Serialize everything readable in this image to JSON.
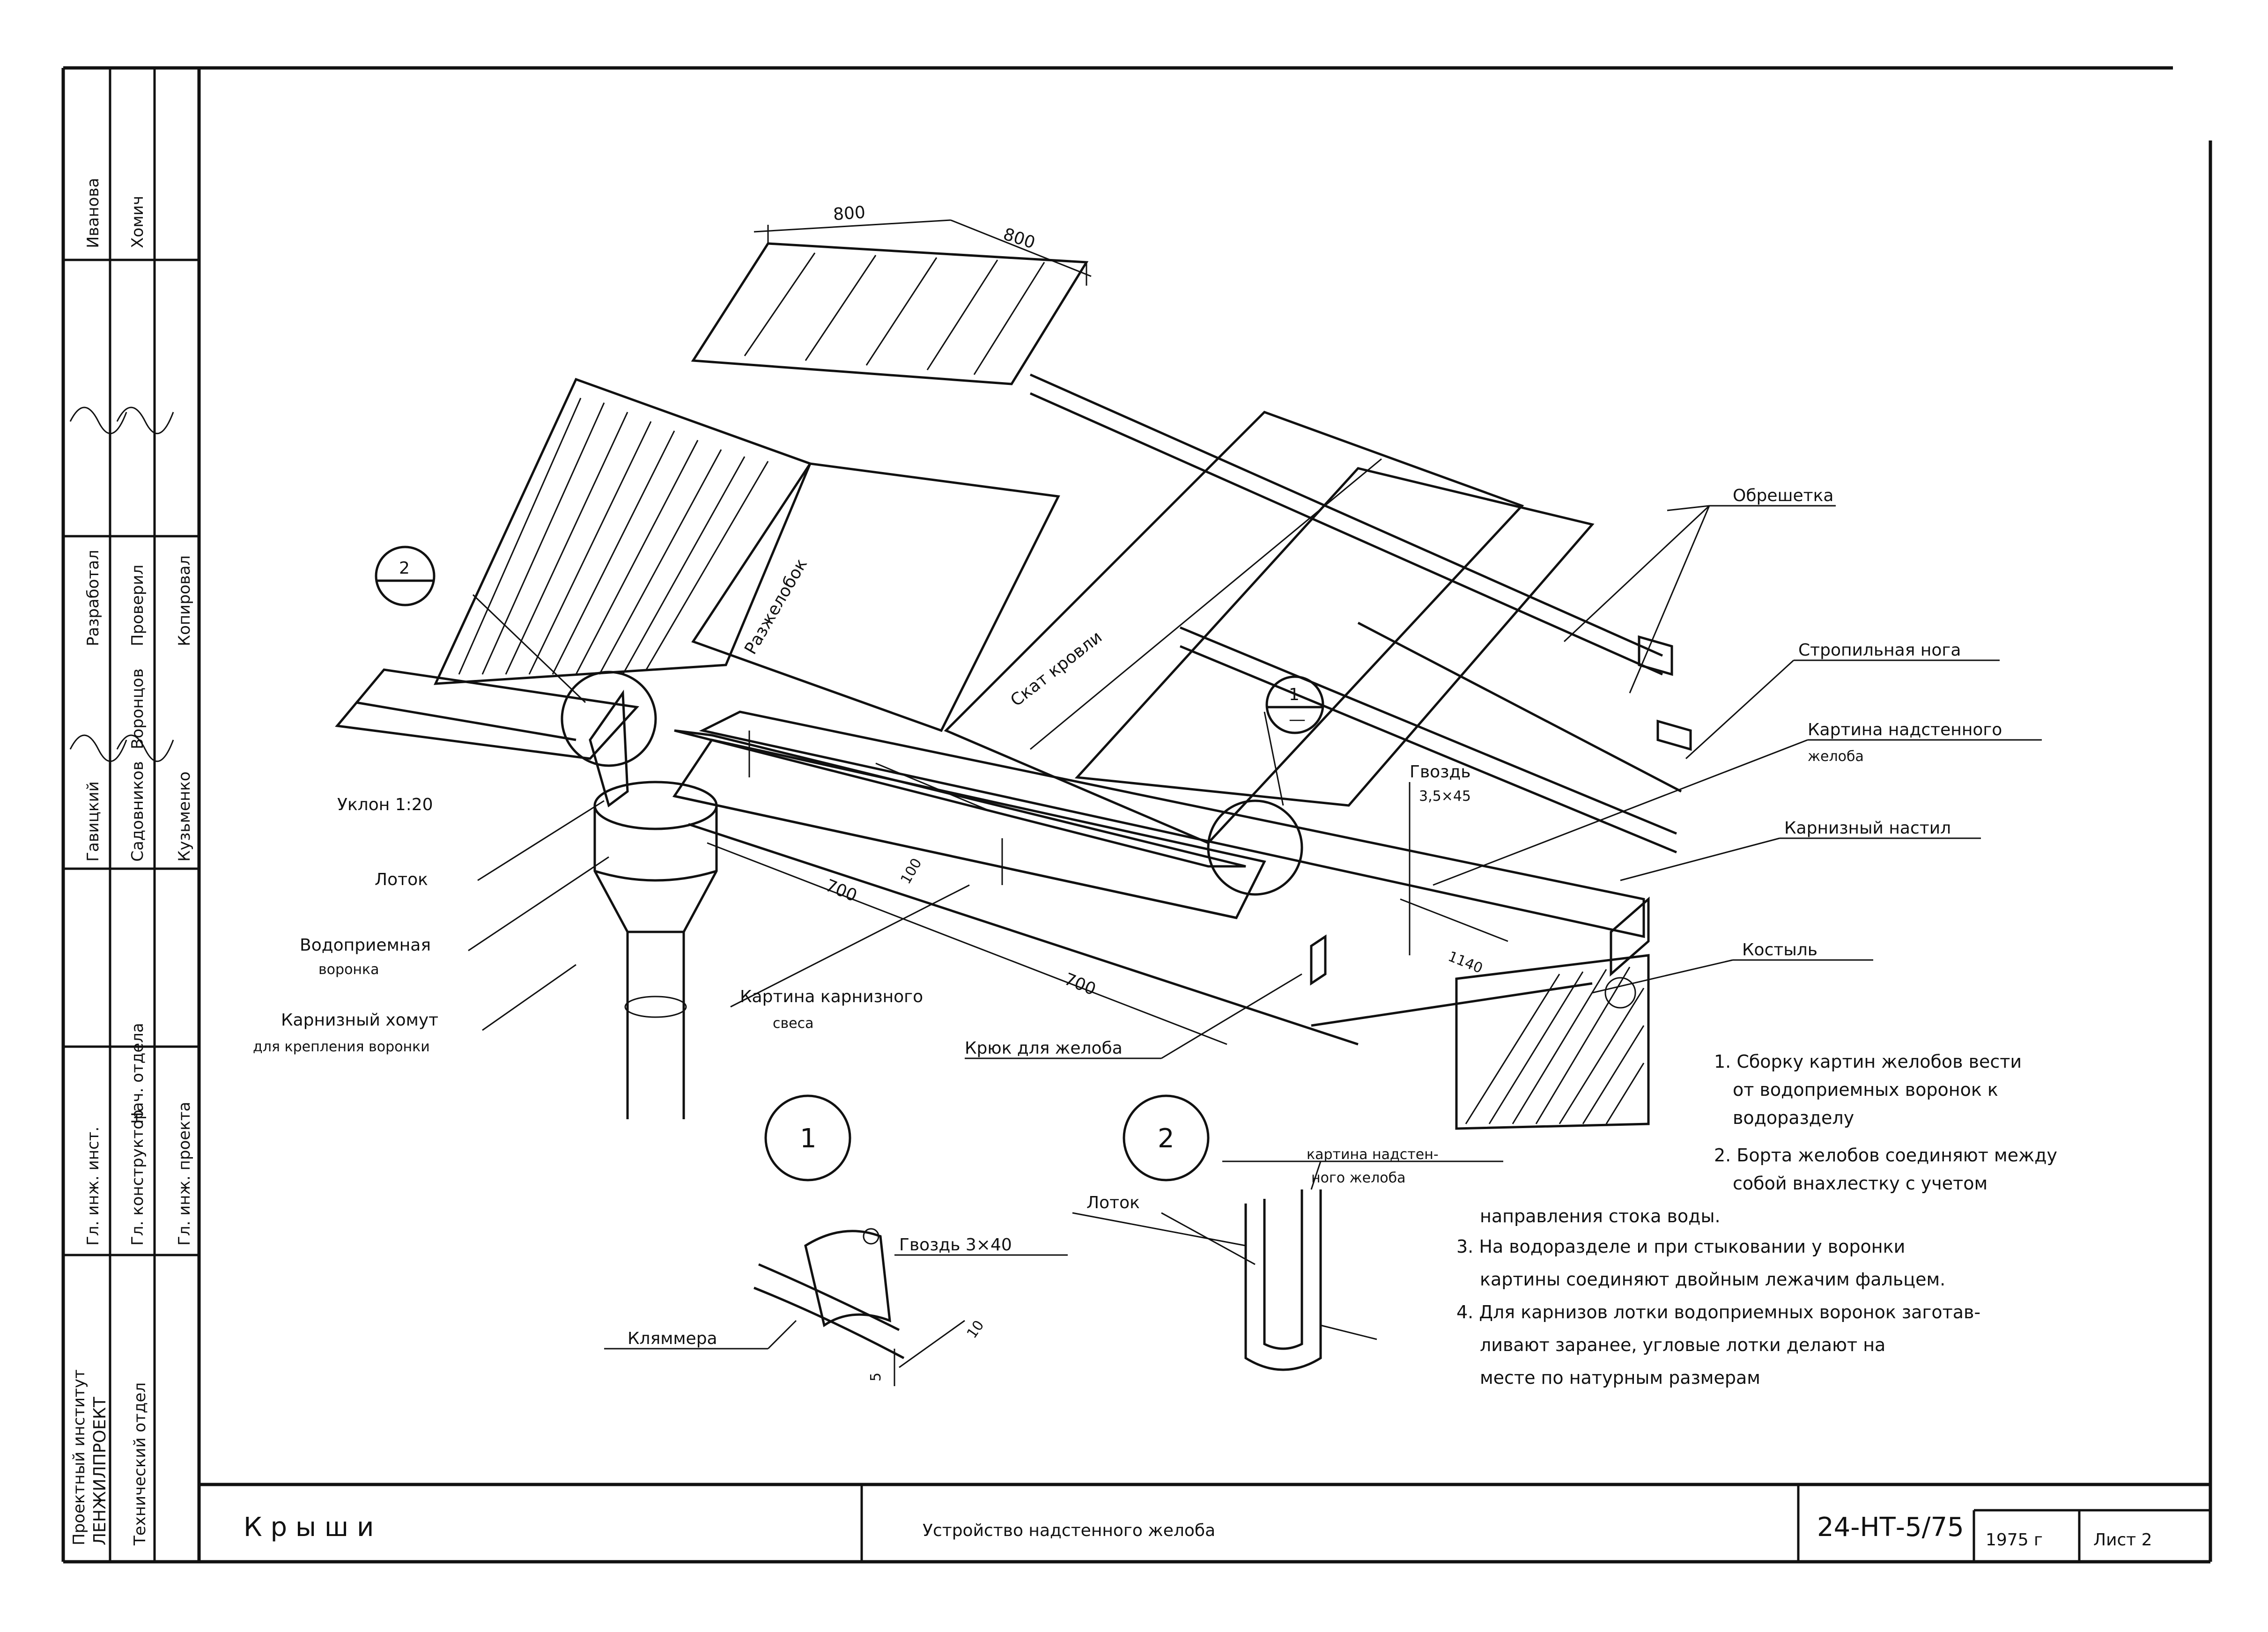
{
  "labels": {
    "dim_800_a": "800",
    "dim_800_b": "800",
    "obreshetka": "Обрешетка",
    "stropilnaya_noga": "Стропильная нога",
    "kartina_nadstennogo_1": "Картина надстенного",
    "kartina_nadstennogo_2": "желоба",
    "karniznyi_nastil": "Карнизный настил",
    "kostyl": "Костыль",
    "razzhelobok": "Разжелобок",
    "skat_krovli": "Скат кровли",
    "uklon": "Уклон 1:20",
    "lotok": "Лоток",
    "vodopriemnaya_1": "Водоприемная",
    "vodopriemnaya_2": "воронка",
    "karniznyi_khomut_1": "Карнизный хомут",
    "karniznyi_khomut_2": "для крепления воронки",
    "kartina_karniznogo_1": "Картина карнизного",
    "kartina_karniznogo_2": "свеса",
    "kryuk": "Крюк для желоба",
    "gvozd_1": "Гвоздь",
    "gvozd_2": "3,5×45",
    "dim_700_a": "700",
    "dim_700_b": "700",
    "dim_100": "100",
    "dim_1140": "1140",
    "callout_1": "1",
    "callout_1_bottom": "—",
    "callout_2": "2",
    "callout_2_top": "2",
    "detail_1": "1",
    "detail_2": "2",
    "klyamera": "Кляммера",
    "gvozd_3x40": "Гвоздь 3×40",
    "dim_5": "5",
    "dim_10": "10",
    "lotok_detail": "Лоток",
    "kartina_nadsten_det_1": "картина надстен-",
    "kartina_nadsten_det_2": "ного желоба"
  },
  "notes": [
    "1. Сборку картин желобов вести",
    "от водоприемных воронок к",
    "водоразделу",
    "2. Борта желобов соединяют между",
    "собой внахлестку с учетом",
    "направления стока воды.",
    "3. На водоразделе и при стыковании у воронки",
    "картины соединяют двойным лежачим фальцем.",
    "4. Для карнизов лотки водоприемных воронок заготав-",
    "ливают заранее, угловые лотки делают на",
    "месте по натурным размерам"
  ],
  "stamp": {
    "role_1": "Гл. инж. инст.",
    "role_2": "Гл. конструктор",
    "role_3": "Нач. отдела",
    "role_4": "Гл. инж. проекта",
    "name_1": "Гавицкий",
    "name_2": "Садовников",
    "name_3": "Воронцов",
    "name_4": "Кузьменко",
    "role_5": "Разработал",
    "role_6": "Проверил",
    "role_7": "Копировал",
    "name_5": "Иванова",
    "name_6": "Хомич",
    "institute_1": "Проектный институт",
    "institute_2": "ЛЕНЖИЛПРОЕКТ",
    "department": "Технический отдел"
  },
  "title_block": {
    "section": "К р ы ш и",
    "title": "Устройство надстенного желоба",
    "code": "24-НТ-5/75",
    "year": "1975 г",
    "sheet": "Лист 2"
  }
}
